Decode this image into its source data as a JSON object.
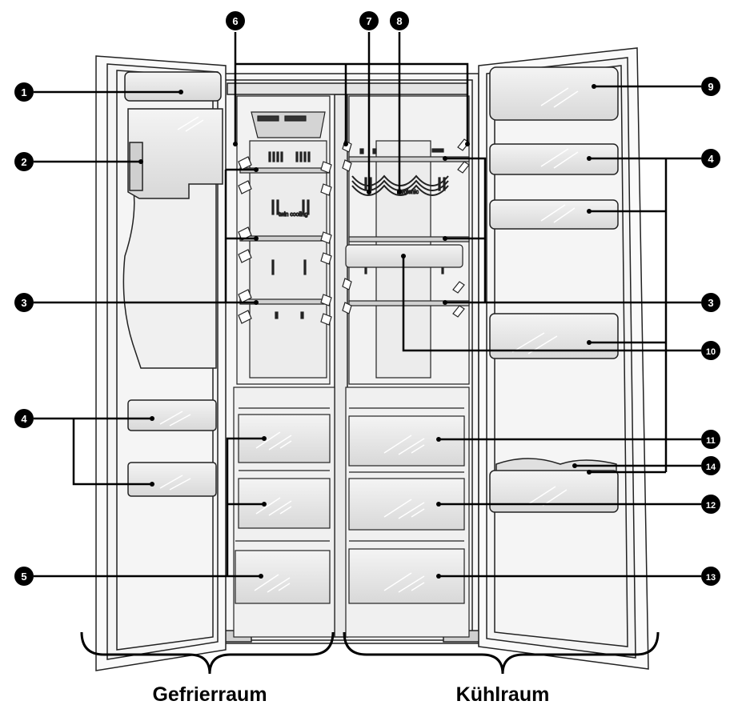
{
  "sections": {
    "freezer_label": "Gefrierraum",
    "fridge_label": "Kühlraum"
  },
  "callouts": [
    {
      "id": "1",
      "glyph": "1"
    },
    {
      "id": "2",
      "glyph": "2"
    },
    {
      "id": "3-left",
      "glyph": "3"
    },
    {
      "id": "4-left",
      "glyph": "4"
    },
    {
      "id": "5",
      "glyph": "5"
    },
    {
      "id": "6",
      "glyph": "6"
    },
    {
      "id": "7",
      "glyph": "7"
    },
    {
      "id": "8",
      "glyph": "8"
    },
    {
      "id": "9",
      "glyph": "9"
    },
    {
      "id": "4-right",
      "glyph": "4"
    },
    {
      "id": "3-right",
      "glyph": "3"
    },
    {
      "id": "10",
      "glyph": "10"
    },
    {
      "id": "11",
      "glyph": "11"
    },
    {
      "id": "14",
      "glyph": "14"
    },
    {
      "id": "12",
      "glyph": "12"
    },
    {
      "id": "13",
      "glyph": "13"
    }
  ],
  "panel_text": {
    "freezer_back_panel": "twin cooling",
    "fridge_back_panel": "Hygienic"
  },
  "colors": {
    "outline": "#222222",
    "panel_fill": "#ededed",
    "shelf_fill": "#dcdcdc",
    "callout_fill": "#000000"
  }
}
